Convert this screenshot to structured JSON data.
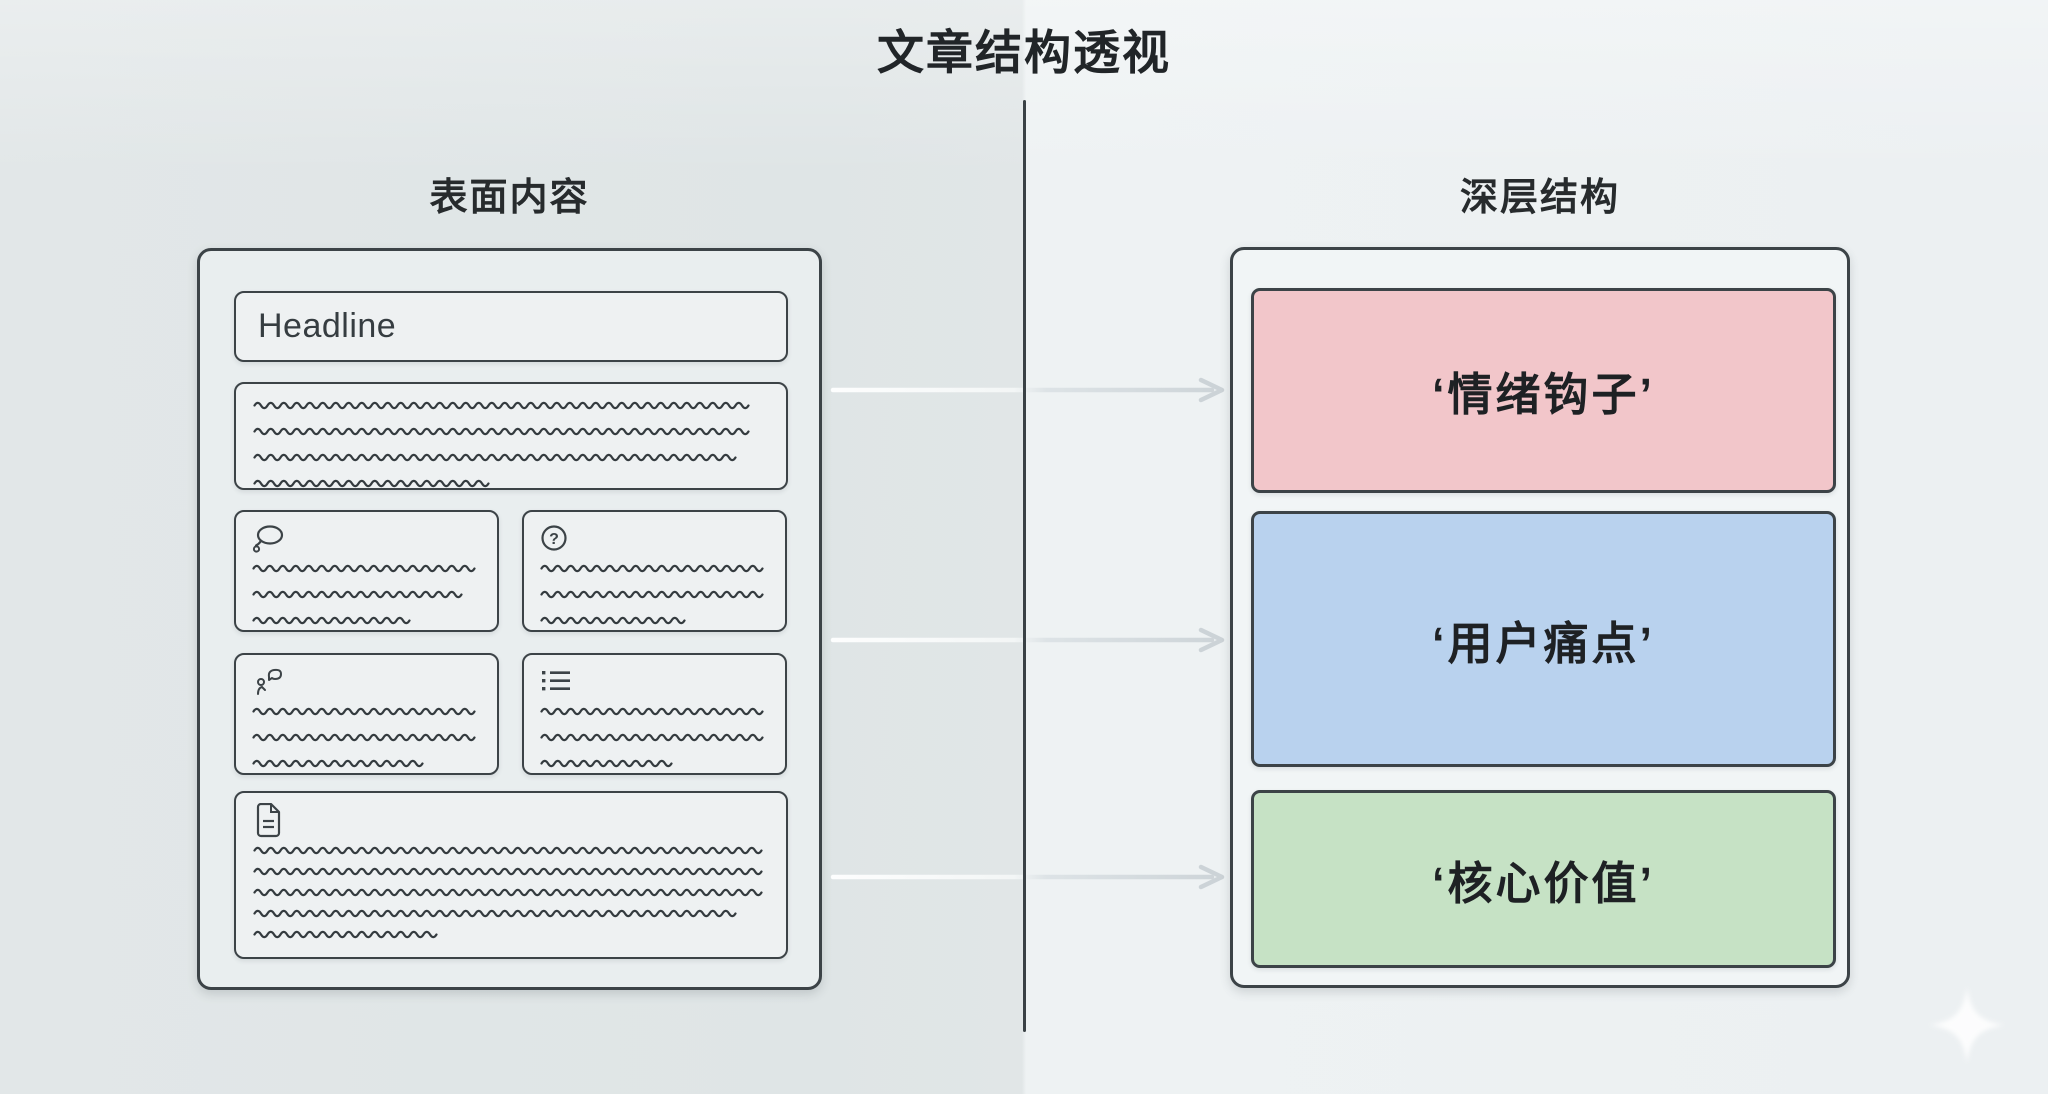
{
  "title": "文章结构透视",
  "left": {
    "header": "表面内容",
    "headline": "Headline",
    "paragraph_lines": [
      0.98,
      0.98,
      0.96,
      0.47
    ],
    "cards": [
      {
        "icon": "thought-bubble",
        "lines": [
          1,
          0.97,
          0.72
        ]
      },
      {
        "icon": "question-mark",
        "lines": [
          1,
          0.98,
          0.65
        ]
      },
      {
        "icon": "person-speaking",
        "lines": [
          1,
          0.98,
          0.75
        ]
      },
      {
        "icon": "bullet-list",
        "lines": [
          1,
          0.98,
          0.62
        ]
      }
    ],
    "footer_icon": "document",
    "footer_lines": [
      0.99,
      1,
      0.99,
      0.96,
      0.38
    ]
  },
  "right": {
    "header": "深层结构",
    "boxes": [
      {
        "label": "‘情绪钩子’",
        "color": "#f2c6ca"
      },
      {
        "label": "‘用户痛点’",
        "color": "#b9d2ee"
      },
      {
        "label": "‘核心价值’",
        "color": "#c6e2c5"
      }
    ]
  },
  "colors": {
    "outline": "#3c4347",
    "divider": "#3a4145",
    "squiggle": "#343b3f",
    "arrow_start": "#ffffff",
    "arrow_end": "#ccd3d7",
    "page_left": "#dfe5e6",
    "page_right": "#edf1f3"
  },
  "question_glyph": "?"
}
